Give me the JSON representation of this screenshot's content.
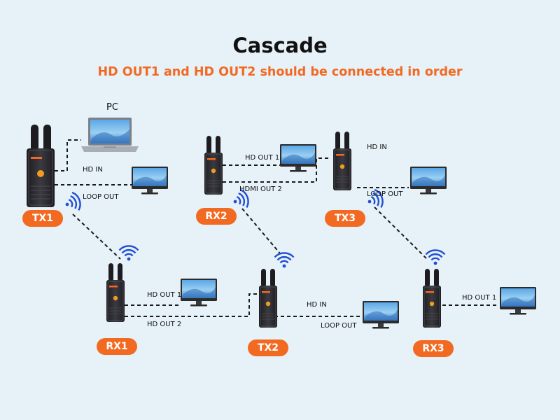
{
  "title": "Cascade",
  "subtitle": "HD OUT1 and HD OUT2 should be connected in order",
  "devices": {
    "tx1": "TX1",
    "rx1": "RX1",
    "tx2": "TX2",
    "rx2": "RX2",
    "tx3": "TX3",
    "rx3": "RX3"
  },
  "labels": {
    "pc": "PC",
    "tx1_hd_in": "HD IN",
    "tx1_loop_out": "LOOP OUT",
    "rx1_hd_out1": "HD OUT 1",
    "rx1_hd_out2": "HD OUT 2",
    "tx2_hd_in": "HD IN",
    "tx2_loop_out": "LOOP OUT",
    "rx2_hd_out1": "HD OUT 1",
    "rx2_hdmi_out2": "HDMI OUT 2",
    "tx3_hd_in": "HD IN",
    "tx3_loop_out": "LOOP OUT",
    "rx3_hd_out1": "HD OUT 1"
  },
  "colors": {
    "background": "#e6f1f8",
    "accent": "#f26a22",
    "wifi": "#1f4fd6",
    "device": "#2a2a2e"
  },
  "icons": [
    "wifi-icon",
    "monitor-icon",
    "laptop-icon",
    "transmitter-icon",
    "receiver-icon"
  ]
}
